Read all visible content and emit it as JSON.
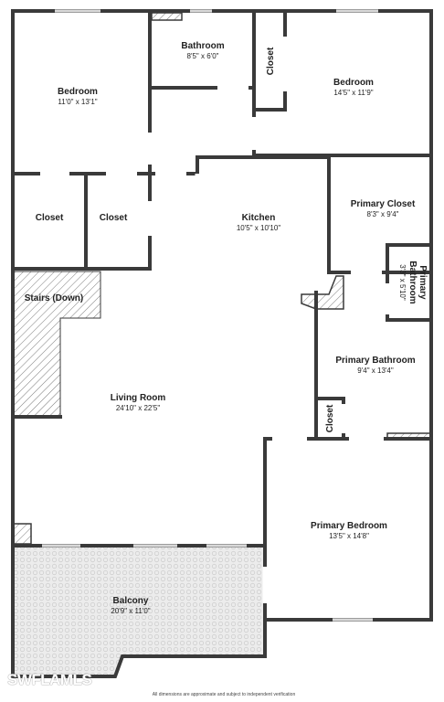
{
  "rooms": {
    "bedroom_left": {
      "name": "Bedroom",
      "dims": "11'0\" x 13'1\""
    },
    "bathroom": {
      "name": "Bathroom",
      "dims": "8'5\" x 6'0\""
    },
    "closet_top": {
      "name": "Closet"
    },
    "bedroom_right": {
      "name": "Bedroom",
      "dims": "14'5\" x 11'9\""
    },
    "closet_left_a": {
      "name": "Closet"
    },
    "closet_left_b": {
      "name": "Closet"
    },
    "kitchen": {
      "name": "Kitchen",
      "dims": "10'5\" x 10'10\""
    },
    "primary_closet": {
      "name": "Primary Closet",
      "dims": "8'3\" x 9'4\""
    },
    "primary_bathroom_small": {
      "name_line1": "Primary",
      "name_line2": "Bathroom",
      "dims": "3'3\" x 5'10\""
    },
    "stairs": {
      "name": "Stairs (Down)"
    },
    "primary_bathroom": {
      "name": "Primary Bathroom",
      "dims": "9'4\" x 13'4\""
    },
    "closet_primary": {
      "name": "Closet"
    },
    "living_room": {
      "name": "Living Room",
      "dims": "24'10\" x 22'5\""
    },
    "primary_bedroom": {
      "name": "Primary Bedroom",
      "dims": "13'5\" x 14'8\""
    },
    "balcony": {
      "name": "Balcony",
      "dims": "20'9\" x 11'0\""
    }
  },
  "footer": {
    "disclaimer": "All dimensions are approximate and subject to independent verification",
    "watermark": "SWFLAMLS"
  },
  "colors": {
    "wall": "#3a3a3a",
    "background": "#ffffff",
    "balcony_fill": "#e9e9e9"
  }
}
